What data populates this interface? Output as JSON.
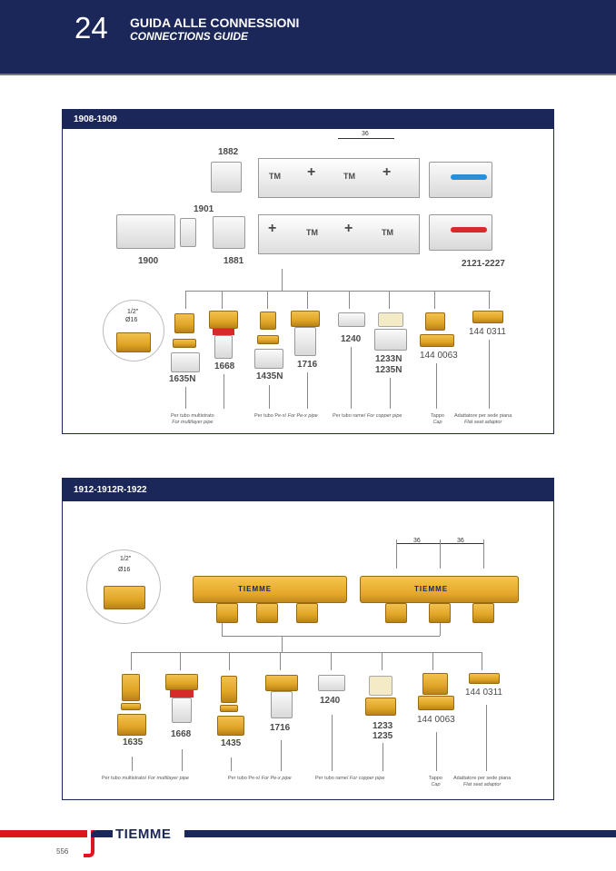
{
  "header": {
    "page_number": "24",
    "title_it": "GUIDA ALLE CONNESSIONI",
    "title_en": "CONNECTIONS GUIDE"
  },
  "section1": {
    "title": "1908-1909",
    "dimension": "36",
    "circle": {
      "size": "1/2\"",
      "diameter": "Ø16"
    },
    "manifold_marks": [
      "TM",
      "+"
    ],
    "parts": {
      "p1882": "1882",
      "p1901": "1901",
      "p1900": "1900",
      "p1881": "1881",
      "valve": "2121-2227"
    },
    "fittings": [
      "1635N",
      "1668",
      "1435N",
      "1716",
      "1240",
      "1233N",
      "1235N",
      "144 0063",
      "144 0311"
    ],
    "captions": [
      {
        "it": "Per tubo multistrato",
        "en": "For multilayer pipe"
      },
      {
        "it": "Per tubo Pe-x/",
        "en": "For Pe-x pipe"
      },
      {
        "it": "Per tubo rame/",
        "en": "For copper pipe"
      },
      {
        "it": "Tappo",
        "en": "Cap"
      },
      {
        "it": "Adattatore per sede piana",
        "en": "Flat seat adaptor"
      }
    ]
  },
  "section2": {
    "title": "1912-1912R-1922",
    "dimensions": [
      "36",
      "36"
    ],
    "circle": {
      "size": "1/2\"",
      "diameter": "Ø16"
    },
    "manifold_label": "TIEMME",
    "fittings": [
      "1635",
      "1668",
      "1435",
      "1716",
      "1240",
      "1233",
      "1235",
      "144 0063",
      "144 0311"
    ],
    "captions": [
      {
        "it": "Per tubo multistrato/",
        "en": "For multilayer pipe"
      },
      {
        "it": "Per tubo Pe-x/",
        "en": "For Pe-x pipe"
      },
      {
        "it": "Per tubo rame/",
        "en": "For copper pipe"
      },
      {
        "it": "Tappo",
        "en": "Cap"
      },
      {
        "it": "Adattatore per sede piana",
        "en": "Flat seat adaptor"
      }
    ]
  },
  "footer": {
    "brand": "TIEMME",
    "page": "556"
  }
}
